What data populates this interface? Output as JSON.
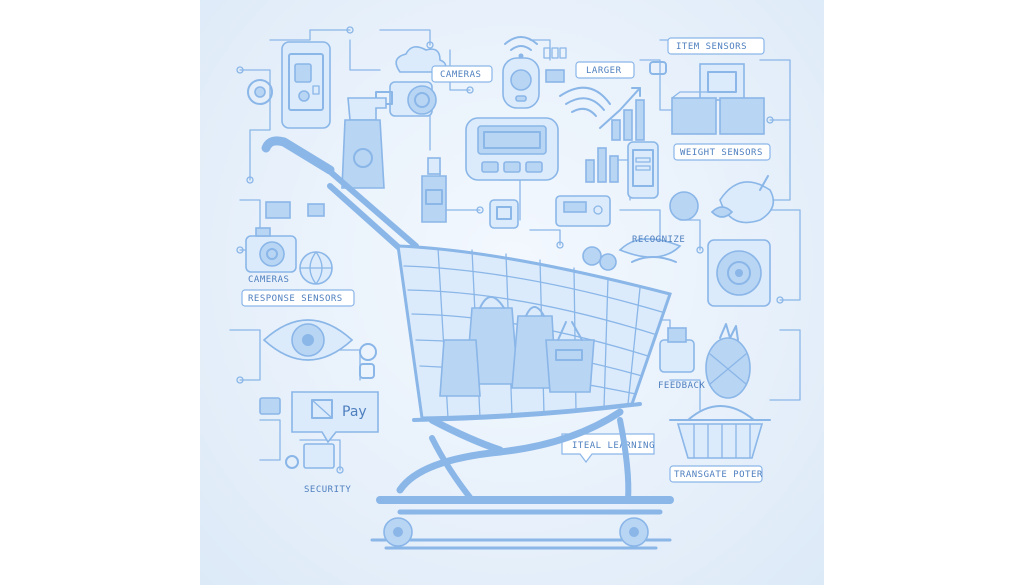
{
  "colors": {
    "line": "#8ab6e8",
    "fill_light": "#dcebfb",
    "fill_mid": "#b9d5f4",
    "text": "#4e7fbf"
  },
  "labels": {
    "item_sensors": "ITEM SENSORS",
    "cameras_top": "CAMERAS",
    "larger": "LARGER",
    "weight_sensors": "WEIGHT SENSORS",
    "cameras_left": "CAMERAS",
    "response_sensors": "RESPONSE SENSORS",
    "pay_button": "Pay",
    "ideal_learning": "ITEAL LEARNING",
    "tracking_power": "TRANSGATE POTER",
    "recognition": "SECURITY",
    "sense_small": "RECOGNIZE",
    "small_right": "FEEDBACK"
  },
  "icons": [
    "shopping-cart-icon",
    "smartphone-icon",
    "camera-icon",
    "spray-bottle-icon",
    "bottle-icon",
    "fitness-tracker-icon",
    "wifi-icon",
    "bar-chart-icon",
    "box-icon",
    "monitor-icon",
    "eye-icon",
    "speaker-icon",
    "basket-icon",
    "fruit-icon",
    "pineapple-icon",
    "shopping-bag-icon",
    "payment-icon"
  ]
}
